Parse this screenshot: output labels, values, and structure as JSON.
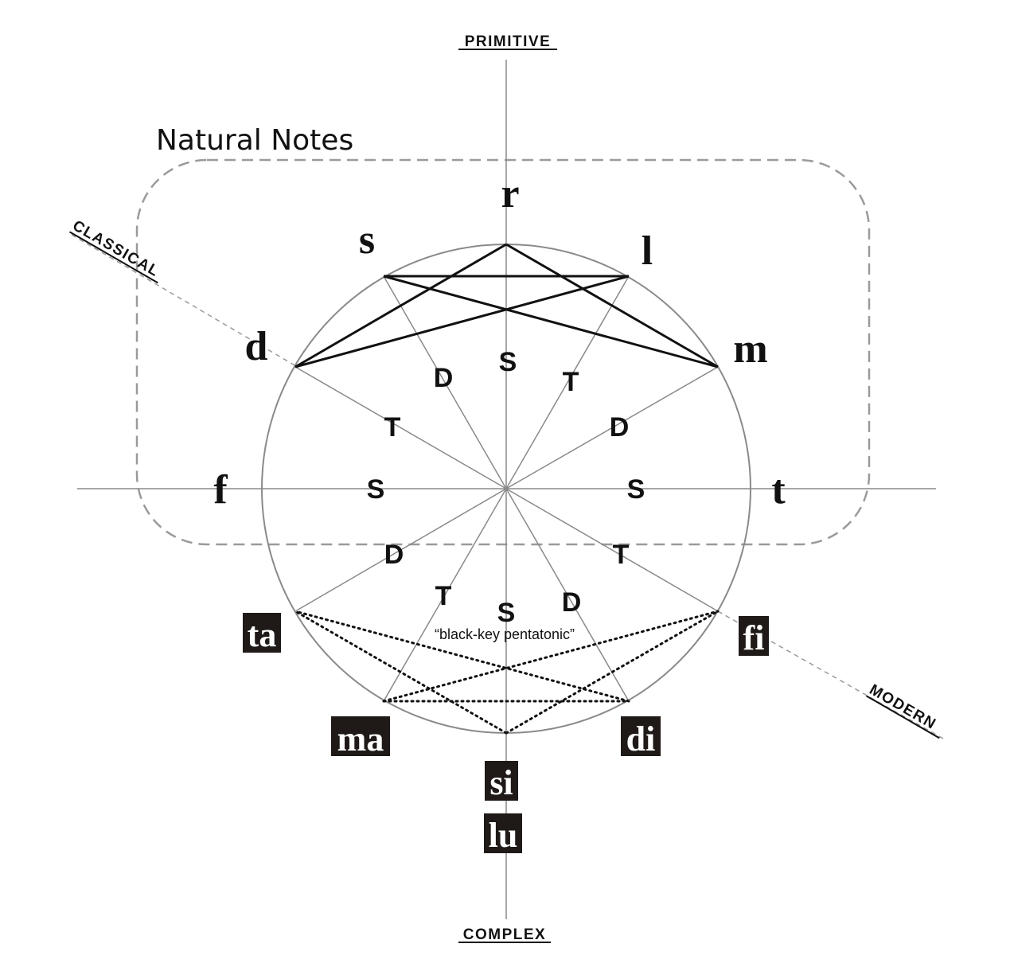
{
  "axes": {
    "top": "PRIMITIVE",
    "bottom": "COMPLEX",
    "classical": "CLASSICAL",
    "modern": "MODERN"
  },
  "natural_group": {
    "title": "Natural Notes"
  },
  "natural_notes": [
    {
      "id": "r",
      "label": "r"
    },
    {
      "id": "s",
      "label": "s"
    },
    {
      "id": "l",
      "label": "l"
    },
    {
      "id": "d",
      "label": "d"
    },
    {
      "id": "m",
      "label": "m"
    },
    {
      "id": "f",
      "label": "f"
    },
    {
      "id": "t",
      "label": "t"
    }
  ],
  "accidental_notes": [
    {
      "id": "ta",
      "label": "ta"
    },
    {
      "id": "fi",
      "label": "fi"
    },
    {
      "id": "ma",
      "label": "ma"
    },
    {
      "id": "di",
      "label": "di"
    },
    {
      "id": "si",
      "label": "si"
    },
    {
      "id": "lu",
      "label": "lu"
    }
  ],
  "function_labels": [
    "S",
    "D",
    "T",
    "T",
    "D",
    "S",
    "S",
    "D",
    "T",
    "T",
    "D",
    "S"
  ],
  "pentatonic_caption": "“black-key pentatonic”",
  "colors": {
    "ink": "#111111",
    "grid": "#8a8a8a",
    "dashed_box": "#9a9a9a",
    "accidental_bg": "#1f1a18"
  }
}
